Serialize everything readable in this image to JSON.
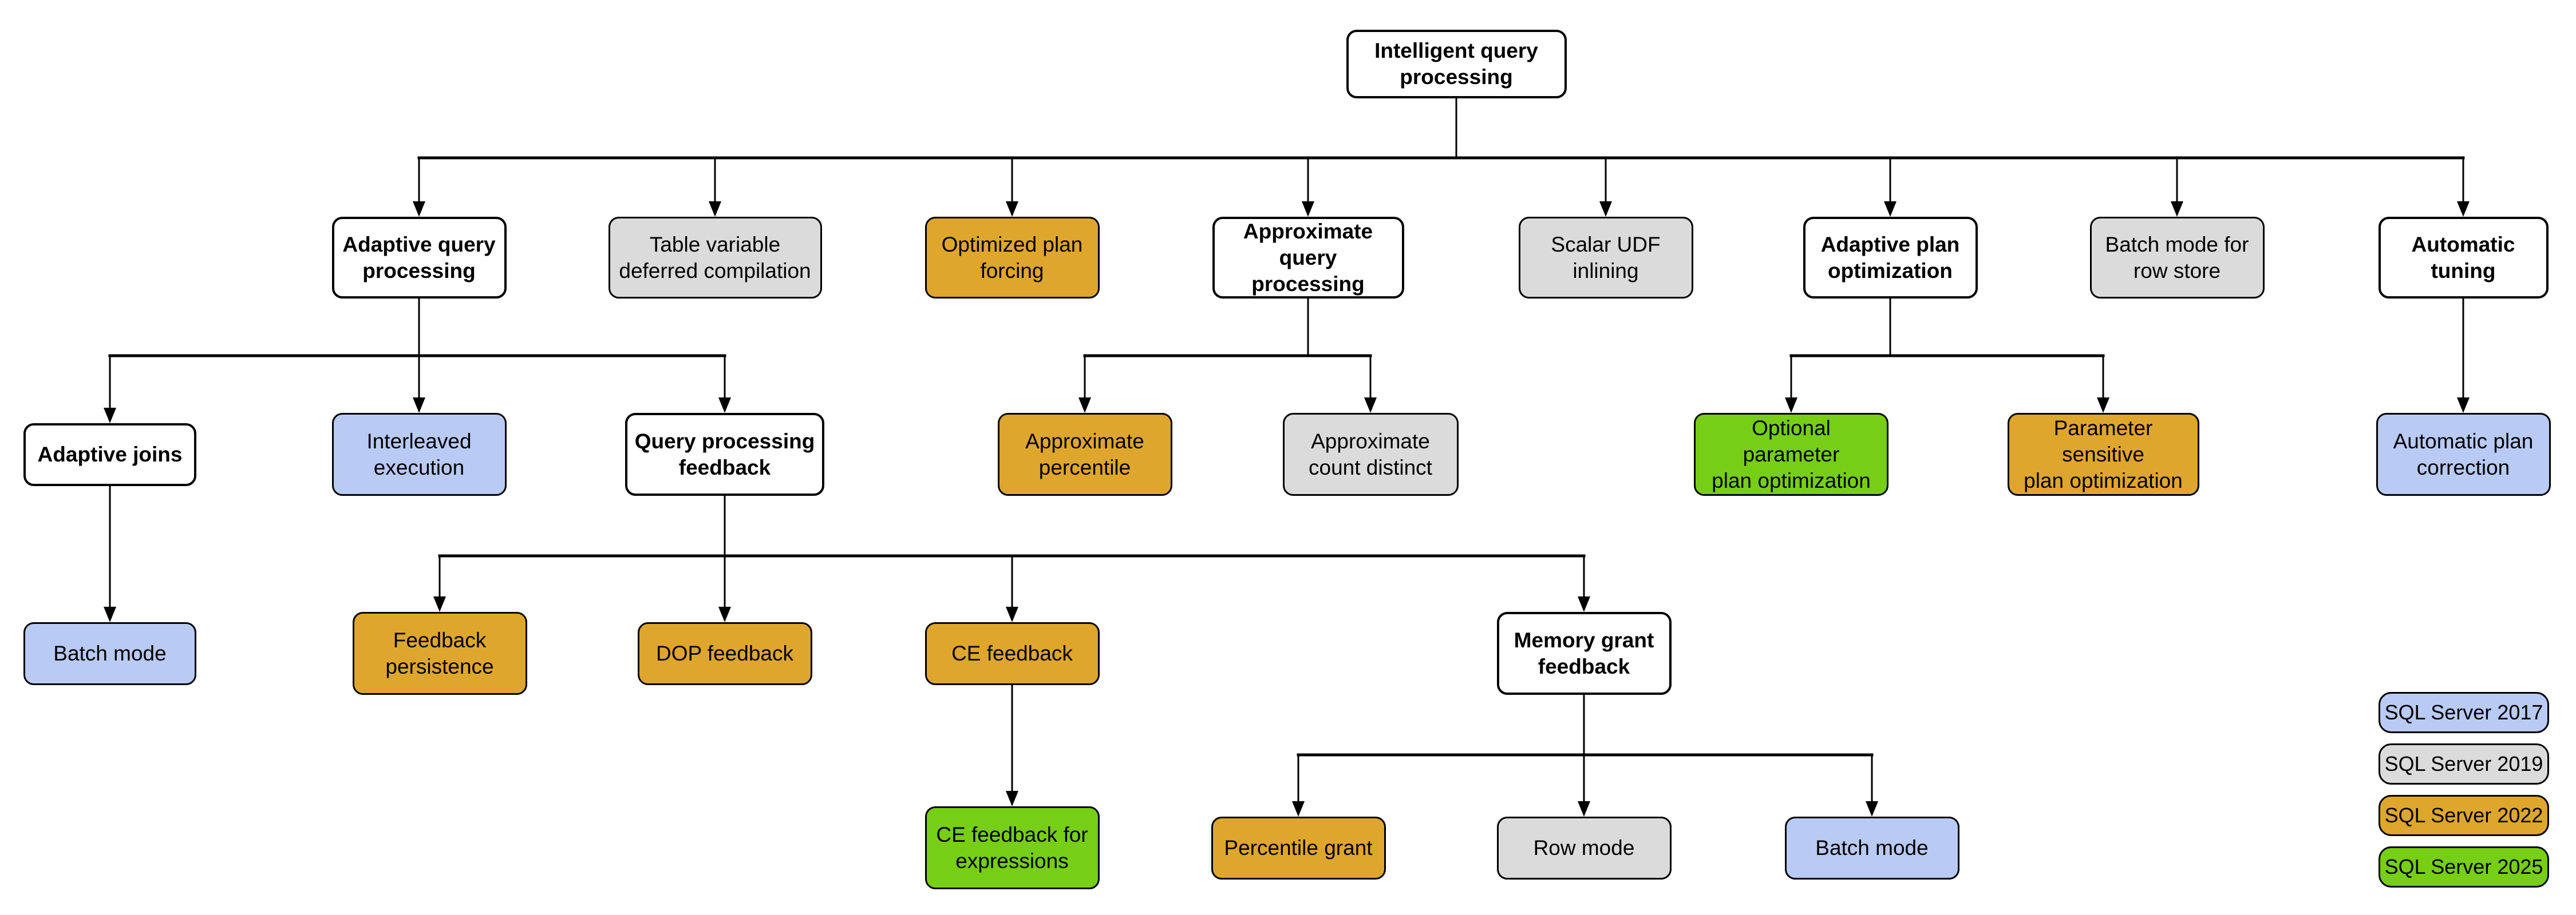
{
  "diagram": {
    "colors": {
      "2017": "#b9caf5",
      "2019": "#dbdbdb",
      "2022": "#dfa62d",
      "2025": "#76ce15",
      "category": "#ffffff"
    },
    "nodes": [
      {
        "id": "root",
        "label": "Intelligent query\nprocessing",
        "version": "category"
      },
      {
        "id": "adaptive-query-processing",
        "label": "Adaptive query\nprocessing",
        "version": "category"
      },
      {
        "id": "table-variable-deferred-compilation",
        "label": "Table variable\ndeferred compilation",
        "version": "2019"
      },
      {
        "id": "optimized-plan-forcing",
        "label": "Optimized plan\nforcing",
        "version": "2022"
      },
      {
        "id": "approximate-query-processing",
        "label": "Approximate\nquery processing",
        "version": "category"
      },
      {
        "id": "scalar-udf-inlining",
        "label": "Scalar UDF\ninlining",
        "version": "2019"
      },
      {
        "id": "adaptive-plan-optimization",
        "label": "Adaptive plan\noptimization",
        "version": "category"
      },
      {
        "id": "batch-mode-for-row-store",
        "label": "Batch mode for\nrow store",
        "version": "2019"
      },
      {
        "id": "automatic-tuning",
        "label": "Automatic\ntuning",
        "version": "category"
      },
      {
        "id": "adaptive-joins",
        "label": "Adaptive joins",
        "version": "category"
      },
      {
        "id": "interleaved-execution",
        "label": "Interleaved\nexecution",
        "version": "2017"
      },
      {
        "id": "query-processing-feedback",
        "label": "Query processing\nfeedback",
        "version": "category"
      },
      {
        "id": "approximate-percentile",
        "label": "Approximate\npercentile",
        "version": "2022"
      },
      {
        "id": "approximate-count-distinct",
        "label": "Approximate\ncount distinct",
        "version": "2019"
      },
      {
        "id": "optional-parameter-plan-optimization",
        "label": "Optional parameter\nplan optimization",
        "version": "2025"
      },
      {
        "id": "parameter-sensitive-plan-optimization",
        "label": "Parameter sensitive\nplan optimization",
        "version": "2022"
      },
      {
        "id": "automatic-plan-correction",
        "label": "Automatic plan\ncorrection",
        "version": "2017"
      },
      {
        "id": "batch-mode-adaptive-joins",
        "label": "Batch mode",
        "version": "2017"
      },
      {
        "id": "feedback-persistence",
        "label": "Feedback\npersistence",
        "version": "2022"
      },
      {
        "id": "dop-feedback",
        "label": "DOP feedback",
        "version": "2022"
      },
      {
        "id": "ce-feedback",
        "label": "CE feedback",
        "version": "2022"
      },
      {
        "id": "memory-grant-feedback",
        "label": "Memory grant\nfeedback",
        "version": "category"
      },
      {
        "id": "ce-feedback-for-expressions",
        "label": "CE feedback for\nexpressions",
        "version": "2025"
      },
      {
        "id": "percentile-grant",
        "label": "Percentile grant",
        "version": "2022"
      },
      {
        "id": "row-mode",
        "label": "Row mode",
        "version": "2019"
      },
      {
        "id": "batch-mode-memory-grant",
        "label": "Batch mode",
        "version": "2017"
      }
    ],
    "legend": [
      {
        "label": "SQL Server 2017",
        "version": "2017"
      },
      {
        "label": "SQL Server 2019",
        "version": "2019"
      },
      {
        "label": "SQL Server 2022",
        "version": "2022"
      },
      {
        "label": "SQL Server 2025",
        "version": "2025"
      }
    ]
  }
}
